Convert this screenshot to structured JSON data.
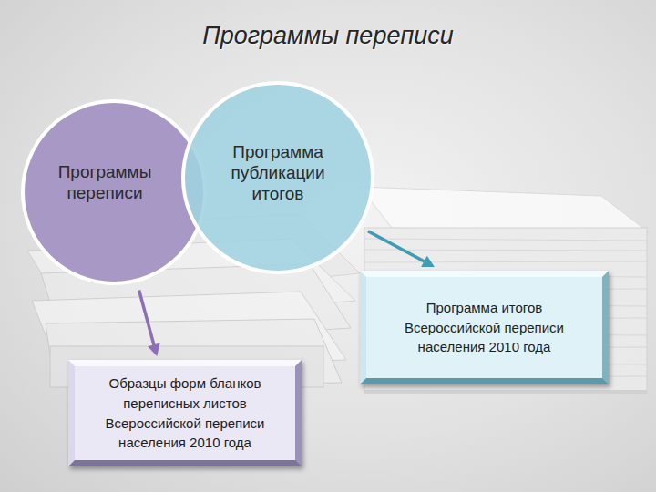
{
  "diagram": {
    "title": "Программы переписи",
    "nodes": [
      {
        "text": [
          "Программы переписи"
        ]
      },
      {
        "text": [
          "Программа публикации итогов"
        ]
      },
      {
        "text": [
          "Программа итогов Всероссийской переписи населения 2010 года"
        ]
      },
      {
        "text": [
          "Образцы форм бланков переписных листов Всероссийской переписи населения 2010 года"
        ]
      }
    ],
    "edges": [
      {
        "from": 0,
        "to": 3,
        "arrow": "to"
      },
      {
        "from": 1,
        "to": 2,
        "arrow": "to"
      }
    ]
  }
}
